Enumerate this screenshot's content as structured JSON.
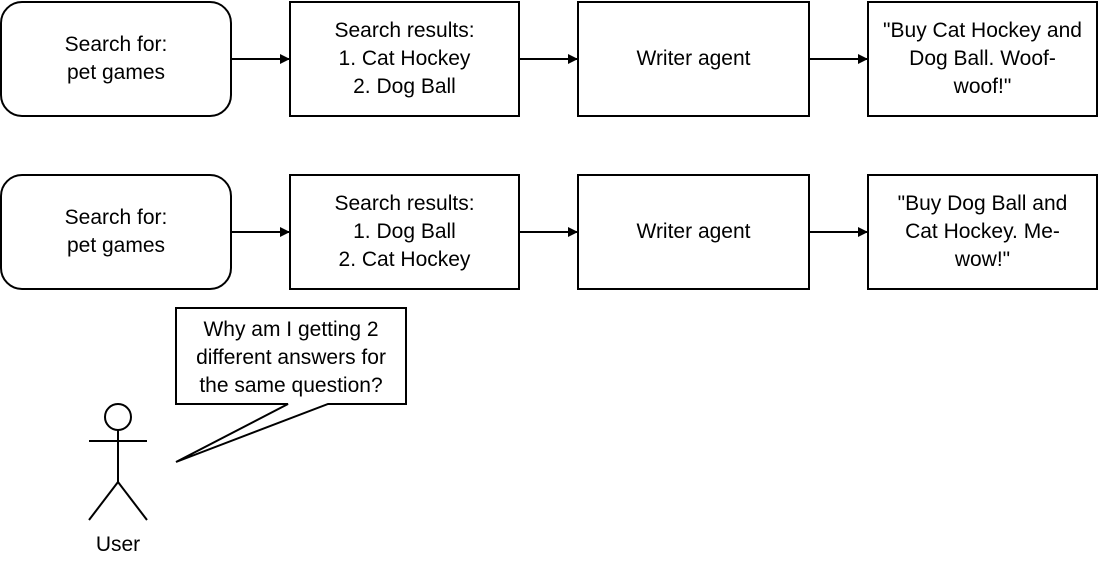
{
  "rows": [
    {
      "query": [
        "Search for:",
        "pet games"
      ],
      "results": [
        "Search results:",
        "1. Cat Hockey",
        "2. Dog Ball"
      ],
      "agent": [
        "Writer agent"
      ],
      "output": [
        "\"Buy Cat Hockey and",
        "Dog Ball.  Woof-",
        "woof!\""
      ]
    },
    {
      "query": [
        "Search for:",
        "pet games"
      ],
      "results": [
        "Search results:",
        "1. Dog Ball",
        "2. Cat Hockey"
      ],
      "agent": [
        "Writer agent"
      ],
      "output": [
        "\"Buy Dog Ball and",
        "Cat Hockey.  Me-",
        "wow!\""
      ]
    }
  ],
  "callout": {
    "lines": [
      "Why am I getting 2",
      "different answers for",
      "the same question?"
    ]
  },
  "actor": {
    "label": "User"
  }
}
